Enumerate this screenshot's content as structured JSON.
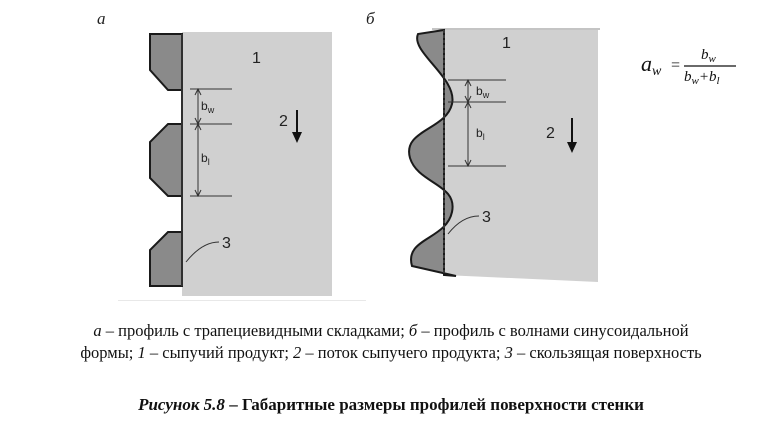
{
  "panels": {
    "a": {
      "letter": "а",
      "label_material": "1",
      "label_flow": "2",
      "label_surface": "3",
      "dim_w": "b",
      "dim_w_sub": "w",
      "dim_l": "b",
      "dim_l_sub": "l"
    },
    "b": {
      "letter": "б",
      "label_material": "1",
      "label_flow": "2",
      "label_surface": "3",
      "dim_w": "b",
      "dim_w_sub": "w",
      "dim_l": "b",
      "dim_l_sub": "l"
    }
  },
  "formula": {
    "lhs": "a",
    "lhs_sub": "w",
    "eq": "=",
    "num": "b",
    "num_sub": "w",
    "den_a": "b",
    "den_a_sub": "w",
    "den_plus": "+",
    "den_b": "b",
    "den_b_sub": "l"
  },
  "caption": {
    "a_letter": "а",
    "a_text": " – профиль с трапециевидными складками; ",
    "b_letter": "б",
    "b_text": " – профиль с волнами синусоидальной",
    "one": "1",
    "one_text": " – сыпучий продукт; ",
    "two": "2",
    "two_text": " – поток сыпучего продукта; ",
    "three": "3",
    "three_text": " – скользящая поверхность",
    "line2_start": "формы; "
  },
  "title": {
    "prefix": "Рисунок 5.8",
    "text": " – Габаритные размеры профилей поверхности стенки"
  }
}
